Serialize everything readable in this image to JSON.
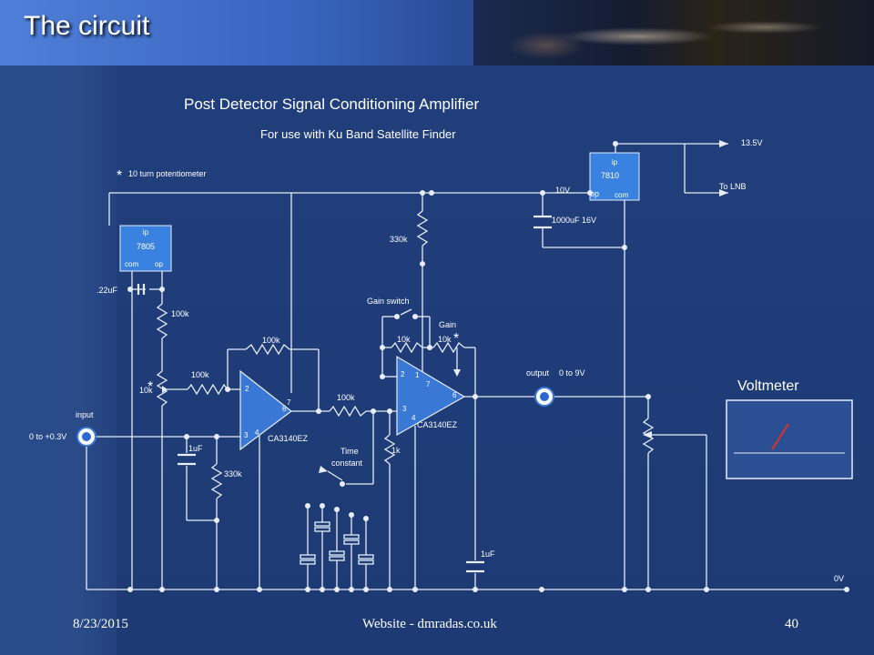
{
  "slide": {
    "title": "The circuit",
    "footer": {
      "date": "8/23/2015",
      "website": "Website -  dmradas.co.uk",
      "page": "40"
    }
  },
  "diagram": {
    "heading": "Post Detector Signal Conditioning Amplifier",
    "subheading": "For use with Ku Band Satellite Finder",
    "note_star": "*",
    "note_text": "10 turn potentiometer",
    "reg_7805": {
      "pin_ip": "ip",
      "name": "7805",
      "pin_com": "com",
      "pin_op": "op"
    },
    "reg_7810": {
      "pin_ip": "ip",
      "name": "7810",
      "pin_op": "op",
      "pin_com": "com"
    },
    "supply": {
      "v13": "13.5V",
      "lnb": "To LNB",
      "v10": "10V",
      "cap": "1000uF 16V",
      "zero": "0V"
    },
    "cap_022": ".22uF",
    "r_100k_div": "100k",
    "pot_star": "*",
    "pot_10k": "10k",
    "r_100k_in": "100k",
    "r_100k_fb": "100k",
    "r_100k_mid": "100k",
    "r_330k_top": "330k",
    "r_330k_bot": "330k",
    "c_1uf_in": "1uF",
    "c_1uf_out": "1uF",
    "gain_switch": "Gain switch",
    "gain": "Gain",
    "r_10k_a": "10k",
    "r_10k_b": "10k",
    "gain_star": "*",
    "r_1k": "1k",
    "time_constant_1": "Time",
    "time_constant_2": "constant",
    "input_label": "input",
    "input_range": "0 to +0.3V",
    "output_label": "output",
    "output_range": "0 to 9V",
    "voltmeter": "Voltmeter",
    "op1": {
      "name": "CA3140EZ",
      "p2": "2",
      "p3": "3",
      "p4": "4",
      "p6": "6",
      "p7": "7"
    },
    "op2": {
      "name": "CA3140EZ",
      "p1": "1",
      "p2": "2",
      "p3": "3",
      "p4": "4",
      "p6": "6",
      "p7": "7"
    }
  },
  "colors": {
    "background": "#1f3f7a",
    "wire": "#e8ecf5",
    "needle": "#e03020",
    "meter_face": "#2c4f94"
  }
}
